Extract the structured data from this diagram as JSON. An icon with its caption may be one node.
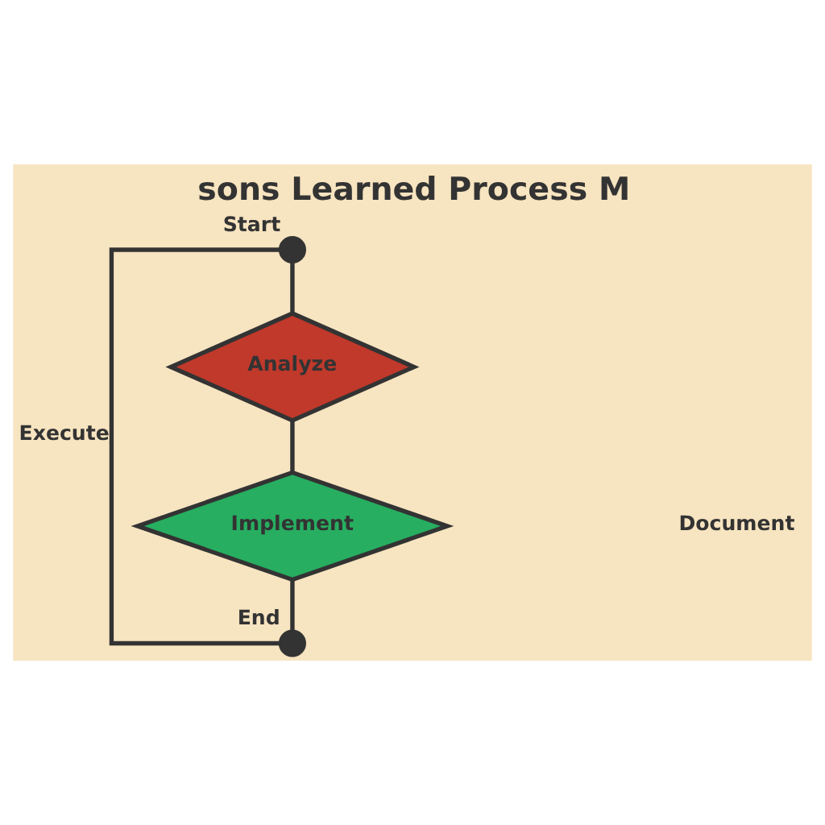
{
  "diagram": {
    "title": "sons Learned Process M",
    "nodes": [
      {
        "text": [],
        "shape": "circle",
        "beside": [
          "Start"
        ]
      },
      {
        "text": [
          "Analyze"
        ]
      },
      {
        "text": [
          "Implement"
        ]
      },
      {
        "text": [],
        "shape": "circle",
        "beside": [
          "End"
        ]
      }
    ],
    "edges": [
      {
        "from": 0,
        "to": 1,
        "arrow": "none"
      },
      {
        "from": 1,
        "to": 2,
        "arrow": "none"
      },
      {
        "from": 2,
        "to": 3,
        "arrow": "none"
      },
      {
        "from": 3,
        "to": 0,
        "arrow": "none",
        "label": "Execute"
      }
    ],
    "labels": [
      "Document"
    ]
  }
}
